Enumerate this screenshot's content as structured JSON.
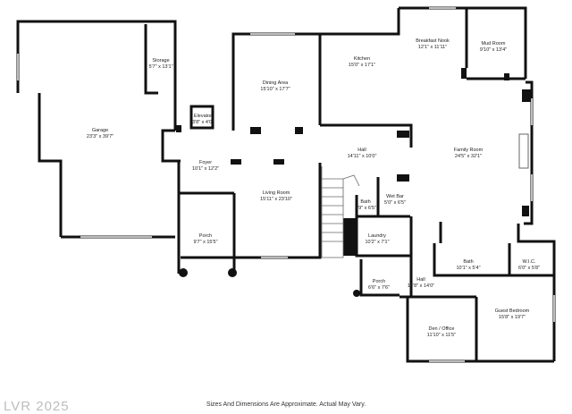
{
  "plan": {
    "rooms": [
      {
        "id": "garage",
        "name": "Garage",
        "dim": "23'3\" x 39'7\""
      },
      {
        "id": "storage",
        "name": "Storage",
        "dim": "5'7\" x 13'1\""
      },
      {
        "id": "elevator",
        "name": "Elevator",
        "dim": "3'8\" x 4'0\""
      },
      {
        "id": "dining",
        "name": "Dining Area",
        "dim": "15'10\" x 17'7\""
      },
      {
        "id": "kitchen",
        "name": "Kitchen",
        "dim": "15'0\" x 17'1\""
      },
      {
        "id": "breakfast",
        "name": "Breakfast Nook",
        "dim": "12'1\" x 11'11\""
      },
      {
        "id": "mudroom",
        "name": "Mud Room",
        "dim": "9'10\" x 13'4\""
      },
      {
        "id": "foyer",
        "name": "Foyer",
        "dim": "10'1\" x 12'2\""
      },
      {
        "id": "hall1",
        "name": "Hall",
        "dim": "14'11\" x 10'0\""
      },
      {
        "id": "family",
        "name": "Family Room",
        "dim": "24'5\" x 32'1\""
      },
      {
        "id": "living",
        "name": "Living Room",
        "dim": "15'11\" x 23'10\""
      },
      {
        "id": "bath1",
        "name": "Bath",
        "dim": "2'9\" x 6'5\""
      },
      {
        "id": "wetbar",
        "name": "Wet Bar",
        "dim": "5'0\" x 6'5\""
      },
      {
        "id": "porch1",
        "name": "Porch",
        "dim": "9'7\" x 15'5\""
      },
      {
        "id": "laundry",
        "name": "Laundry",
        "dim": "10'2\" x 7'1\""
      },
      {
        "id": "bath2",
        "name": "Bath",
        "dim": "10'1\" x 5'4\""
      },
      {
        "id": "wic",
        "name": "W.I.C.",
        "dim": "6'0\" x 5'8\""
      },
      {
        "id": "porch2",
        "name": "Porch",
        "dim": "6'6\" x 7'6\""
      },
      {
        "id": "hall2",
        "name": "Hall",
        "dim": "12'8\" x 14'0\""
      },
      {
        "id": "guest",
        "name": "Guest Bedroom",
        "dim": "15'8\" x 19'7\""
      },
      {
        "id": "den",
        "name": "Den / Office",
        "dim": "11'10\" x 11'5\""
      }
    ]
  },
  "footer": {
    "watermark": "LVR 2025",
    "disclaimer": "Sizes And Dimensions Are Approximate. Actual May Vary."
  }
}
